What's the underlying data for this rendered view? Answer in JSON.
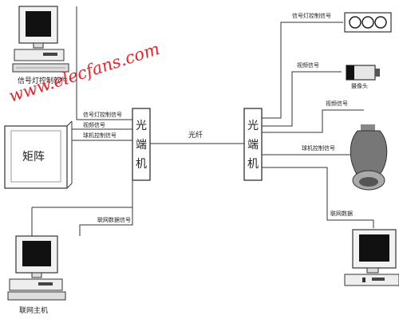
{
  "watermark": "www.elecfans.com",
  "left_optical_terminal": {
    "label": "光\n端\n机"
  },
  "right_optical_terminal": {
    "label": "光\n端\n机"
  },
  "fiber": {
    "label": "光纤"
  },
  "matrix": {
    "label": "矩阵"
  },
  "signal_pc": {
    "label": "信号灯控制软件"
  },
  "network_host": {
    "label": "联网主机"
  },
  "left_signals": [
    "信号灯控制信号",
    "视频信号",
    "球机控制信号",
    "联网数据信号"
  ],
  "right_devices": {
    "traffic_light": {
      "label": "信号灯控制信号"
    },
    "camera": {
      "signal": "视频信号",
      "label": "摄像头"
    },
    "dome": {
      "signal": "视频信号",
      "control": "球机控制信号"
    },
    "net_pc": {
      "signal": "联网数据"
    }
  }
}
